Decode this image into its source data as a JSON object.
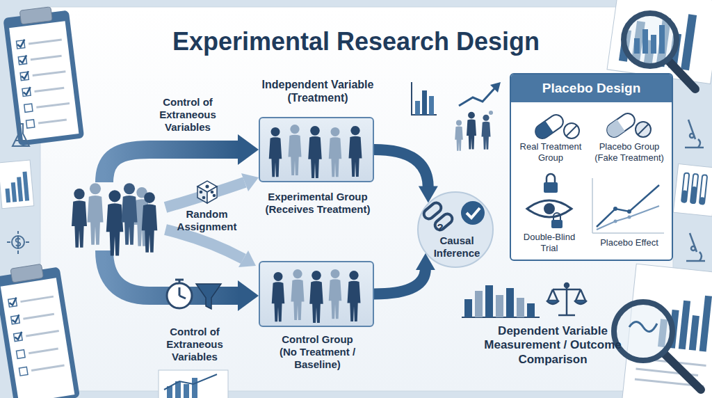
{
  "diagram": {
    "title": "Experimental Research Design",
    "nodes": [
      {
        "text": [
          "Independent Variable (Treatment)",
          "Experimental Group (Receives Treatment)"
        ]
      },
      {
        "text": [
          "Control Group (No Treatment / Baseline)"
        ]
      },
      {
        "text": [
          "Causal Inference"
        ]
      },
      {
        "text": [
          "Placebo Design"
        ]
      }
    ],
    "edges": [
      {
        "from": 0,
        "to": 2,
        "arrow": "to"
      },
      {
        "from": 1,
        "to": 2,
        "arrow": "to"
      }
    ],
    "labels": [
      "Control of Extraneous Variables",
      "Random Assignment",
      "?",
      "Control of Extraneous Variables",
      "Real Treatment Group",
      "Placebo Group (Fake Treatment)",
      "Double-Blind Trial",
      "Placebo Effect",
      "Dependent Variable Measurement / Outcome Comparison"
    ]
  }
}
